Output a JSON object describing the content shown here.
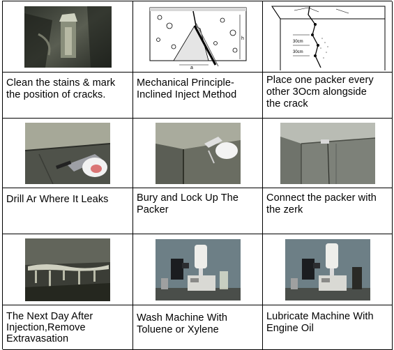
{
  "steps": [
    {
      "lines": [
        "Clean the stains & mark",
        "the position of cracks."
      ]
    },
    {
      "lines": [
        "Mechanical Principle-",
        "Inclined Inject Method"
      ]
    },
    {
      "lines": [
        "Place one packer every",
        "other 3Ocm alongside",
        "the crack"
      ]
    },
    {
      "lines": [
        "Drill Ar Where It Leaks"
      ]
    },
    {
      "lines": [
        "Bury and Lock Up The",
        "Packer"
      ]
    },
    {
      "lines": [
        "Connect the packer with",
        "the zerk"
      ]
    },
    {
      "lines": [
        "The Next Day After",
        "Injection,Remove",
        "Extravasation"
      ]
    },
    {
      "lines": [
        "Wash Machine With",
        "Toluene or Xylene"
      ]
    },
    {
      "lines": [
        "Lubricate Machine With",
        "Engine Oil"
      ]
    }
  ],
  "diagram_labels": {
    "inclined_h": "h",
    "inclined_b": "a",
    "packer_spacing_1": "30cm",
    "packer_spacing_2": "30cm"
  },
  "colors": {
    "border": "#000000",
    "concrete_dark": "#3a3d38",
    "concrete_light": "#a9ab9f",
    "machine_bg": "#6d7f86"
  }
}
